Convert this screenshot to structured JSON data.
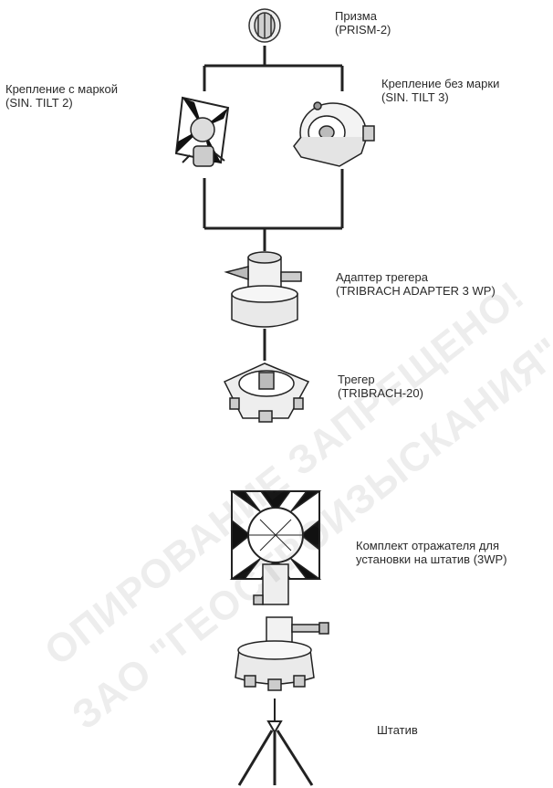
{
  "labels": {
    "prism": {
      "line1": "Призма",
      "line2": "(PRISM-2)"
    },
    "tilt2": {
      "line1": "Крепление с маркой",
      "line2": "(SIN. TILT 2)"
    },
    "tilt3": {
      "line1": "Крепление без марки",
      "line2": "(SIN. TILT 3)"
    },
    "adapter": {
      "line1": "Адаптер трегера",
      "line2": "(TRIBRACH ADAPTER 3 WP)"
    },
    "tribrach": {
      "line1": "Трегер",
      "line2": "(TRIBRACH-20)"
    },
    "kit": {
      "line1": "Комплект отражателя для",
      "line2": "установки на штатив (3WP)"
    },
    "tripod": {
      "line1": "Штатив"
    }
  },
  "watermark": {
    "line1": "ОПИРОВАНИЕ ЗАПРЕЩЕНО!",
    "line2": "ЗАО \"ГЕОСТРОИЗЫСКАНИЯ\"",
    "color": "#505050"
  }
}
